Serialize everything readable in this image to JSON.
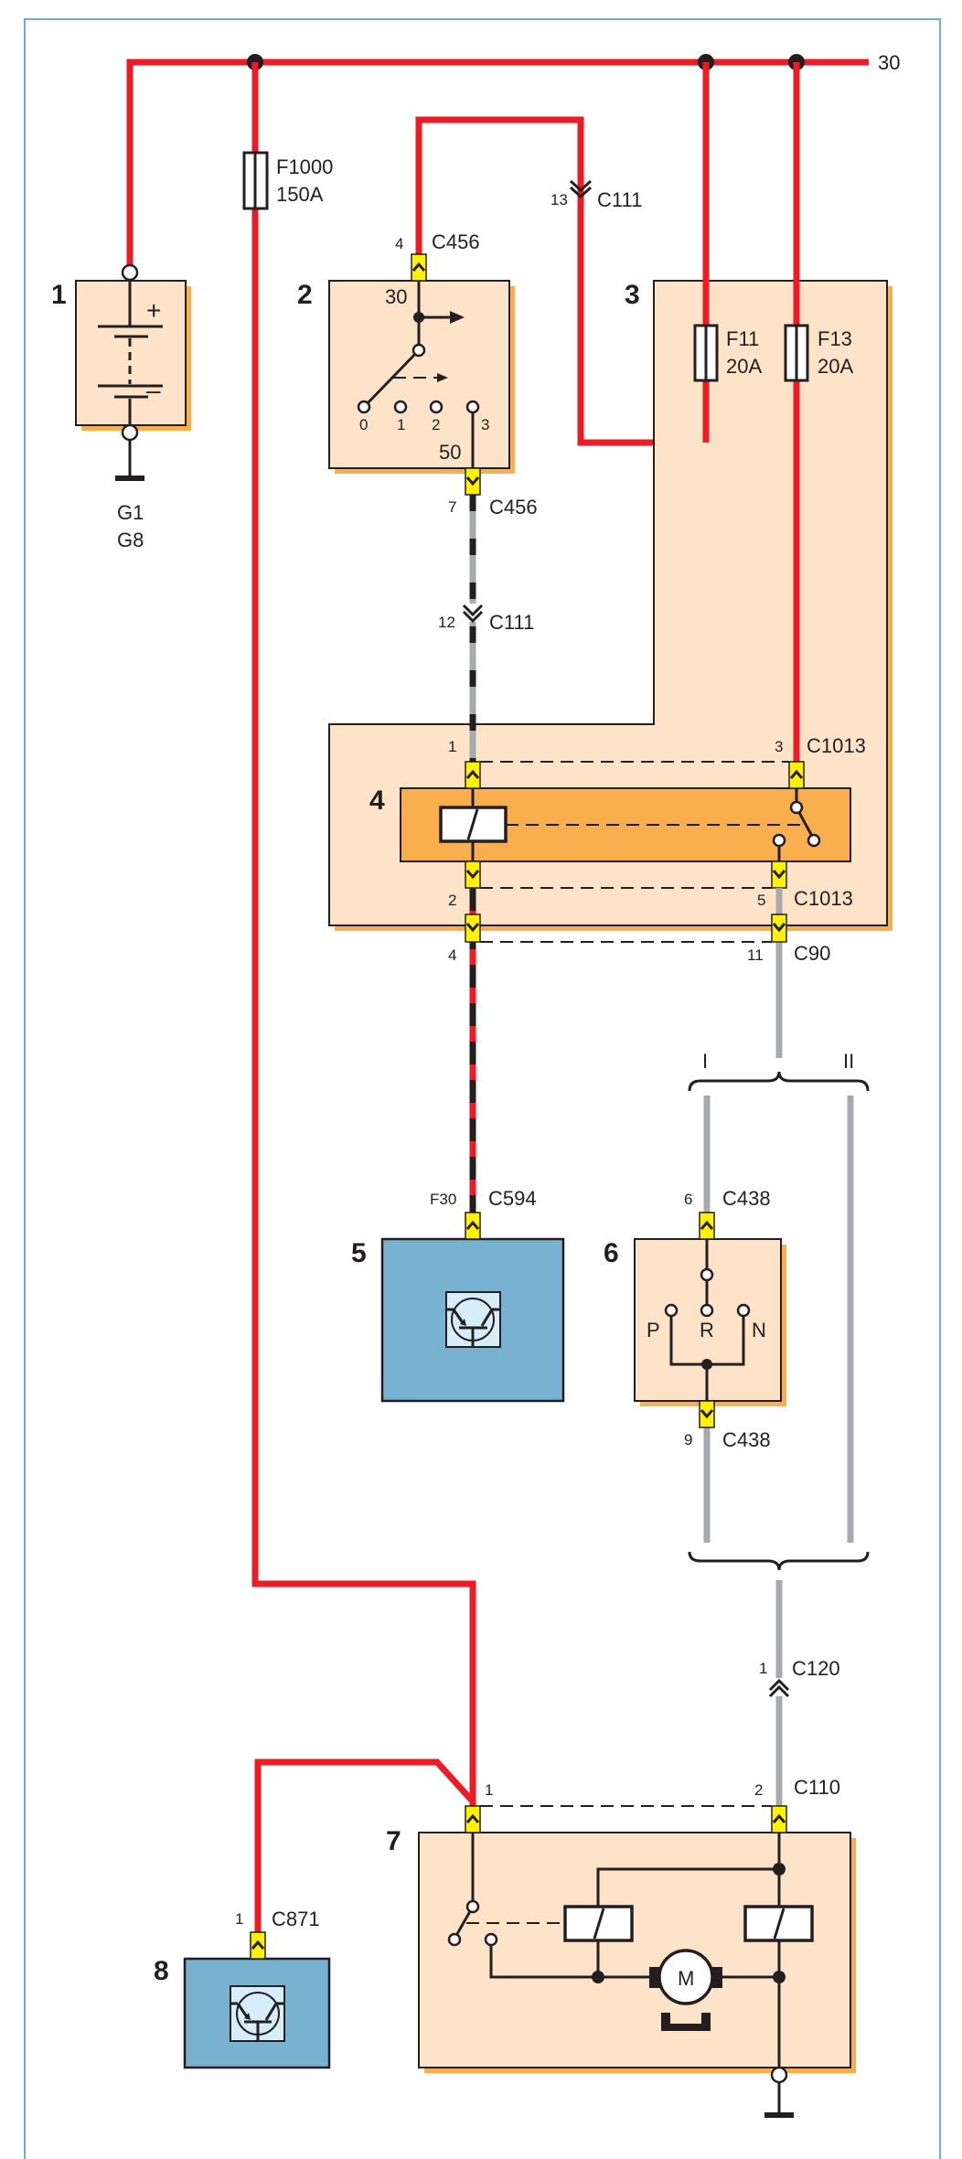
{
  "diagram": {
    "title": "Starting system wiring diagram",
    "colors": {
      "wire_power": "#ed1c24",
      "wire_signal": "#a7a9ac",
      "component_fill": "#fee3c8",
      "component_shadow": "#fbae4e",
      "relay_fill": "#fbae4e",
      "module_fill": "#77b3d0",
      "connector_fill": "#fff200",
      "border": "#6baed6"
    },
    "supply": {
      "terminal": "30"
    },
    "components": [
      {
        "id": "1",
        "name": "Battery",
        "ground_labels": [
          "G1",
          "G8"
        ],
        "plus": "+",
        "minus": "–"
      },
      {
        "id": "2",
        "name": "Ignition switch",
        "terminals": {
          "in": "30",
          "out": "50"
        },
        "positions": [
          "0",
          "1",
          "2",
          "3"
        ]
      },
      {
        "id": "3",
        "name": "Fuse box"
      },
      {
        "id": "4",
        "name": "Starter relay"
      },
      {
        "id": "5",
        "name": "Control module (C594)"
      },
      {
        "id": "6",
        "name": "Transmission range switch",
        "positions": [
          "P",
          "R",
          "N"
        ]
      },
      {
        "id": "7",
        "name": "Starter motor",
        "motor_label": "M"
      },
      {
        "id": "8",
        "name": "Control module (C871)"
      }
    ],
    "fuses": [
      {
        "id": "F1000",
        "rating": "150A"
      },
      {
        "id": "F11",
        "rating": "20A"
      },
      {
        "id": "F13",
        "rating": "20A"
      }
    ],
    "connectors": {
      "c456_top": {
        "pin": "4",
        "name": "C456"
      },
      "c456_bottom": {
        "pin": "7",
        "name": "C456"
      },
      "c111_a": {
        "pin": "13",
        "name": "C111"
      },
      "c111_b": {
        "pin": "12",
        "name": "C111"
      },
      "c1013_1": {
        "pin": "1",
        "name": ""
      },
      "c1013_3": {
        "pin": "3",
        "name": "C1013"
      },
      "c1013_2": {
        "pin": "2",
        "name": ""
      },
      "c1013_5": {
        "pin": "5",
        "name": "C1013"
      },
      "c90_4": {
        "pin": "4",
        "name": ""
      },
      "c90_11": {
        "pin": "11",
        "name": "C90"
      },
      "c594": {
        "pin": "F30",
        "name": "C594"
      },
      "c438_top": {
        "pin": "6",
        "name": "C438"
      },
      "c438_bottom": {
        "pin": "9",
        "name": "C438"
      },
      "c120": {
        "pin": "1",
        "name": "C120"
      },
      "c110_1": {
        "pin": "1",
        "name": ""
      },
      "c110_2": {
        "pin": "2",
        "name": "C110"
      },
      "c871": {
        "pin": "1",
        "name": "C871"
      }
    },
    "variants": [
      "I",
      "II"
    ]
  }
}
